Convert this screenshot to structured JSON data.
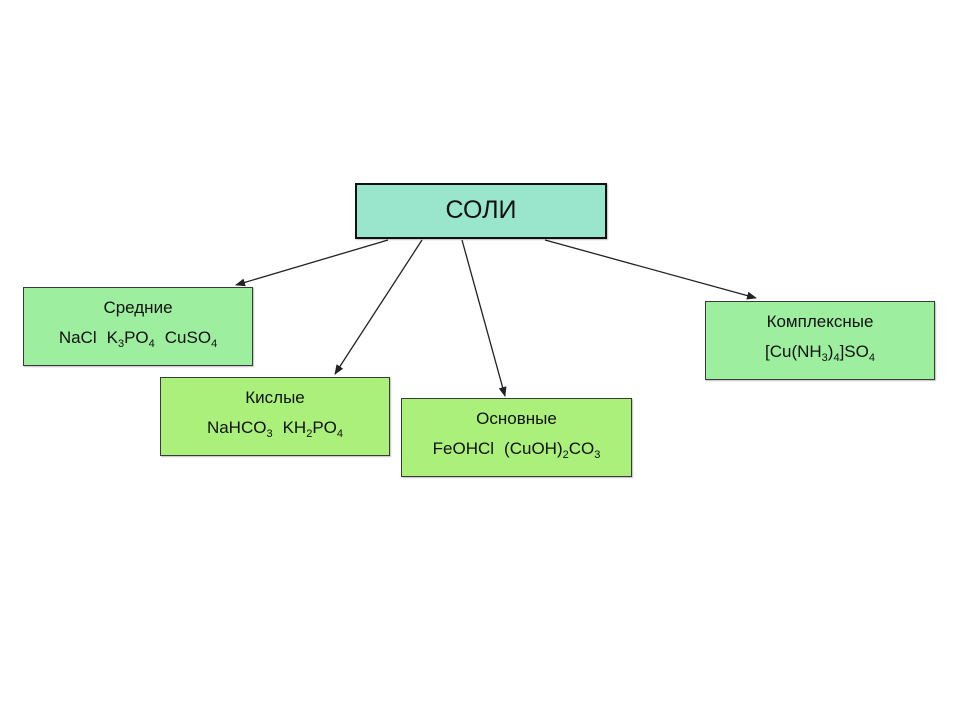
{
  "colors": {
    "root": "#99e6cc",
    "node_soft": "#9eeea0",
    "node_lime": "#aaf07a"
  },
  "root": {
    "label": "СОЛИ"
  },
  "nodes": [
    {
      "title": "Средние",
      "style": "node_soft",
      "formulas": [
        [
          {
            "t": "NaCl"
          }
        ],
        [
          {
            "t": "K"
          },
          {
            "s": "3"
          },
          {
            "t": "PO"
          },
          {
            "s": "4"
          }
        ],
        [
          {
            "t": "CuSO"
          },
          {
            "s": "4"
          }
        ]
      ]
    },
    {
      "title": "Кислые",
      "style": "node_lime",
      "formulas": [
        [
          {
            "t": "NaHCO"
          },
          {
            "s": "3"
          }
        ],
        [
          {
            "t": "KH"
          },
          {
            "s": "2"
          },
          {
            "t": "PO"
          },
          {
            "s": "4"
          }
        ]
      ]
    },
    {
      "title": "Основные",
      "style": "node_lime",
      "formulas": [
        [
          {
            "t": "FeOHCl"
          }
        ],
        [
          {
            "t": "(CuOH)"
          },
          {
            "s": "2"
          },
          {
            "t": "CO"
          },
          {
            "s": "3"
          }
        ]
      ]
    },
    {
      "title": "Комплексные",
      "style": "node_soft",
      "formulas": [
        [
          {
            "t": "[Cu(NH"
          },
          {
            "s": "3"
          },
          {
            "t": ")"
          },
          {
            "s": "4"
          },
          {
            "t": "]SO"
          },
          {
            "s": "4"
          }
        ]
      ]
    }
  ]
}
